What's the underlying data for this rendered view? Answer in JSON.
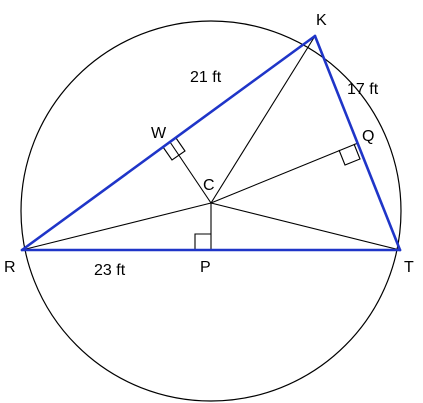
{
  "labels": {
    "k": "K",
    "r": "R",
    "t": "T",
    "w": "W",
    "q": "Q",
    "c": "C",
    "p": "P"
  },
  "measures": {
    "rk": "21 ft",
    "kt": "17 ft",
    "rt": "23 ft"
  },
  "colors": {
    "triangle_side": "#1f35c8",
    "line": "#000000",
    "background": "#ffffff"
  }
}
